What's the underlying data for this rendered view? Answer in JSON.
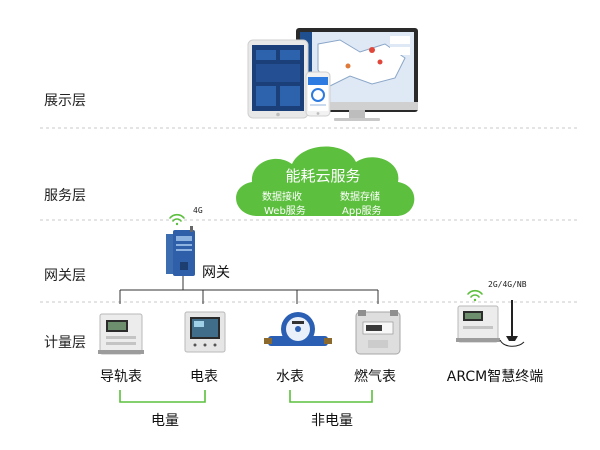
{
  "layers": {
    "display": "展示层",
    "service": "服务层",
    "gateway": "网关层",
    "metering": "计量层"
  },
  "cloud": {
    "title": "能耗云服务",
    "items": [
      "数据接收",
      "数据存储",
      "Web服务",
      "App服务"
    ],
    "color": "#5cbf3e"
  },
  "gateway": {
    "label": "网关",
    "network": "4G"
  },
  "devices": [
    "导轨表",
    "电表",
    "水表",
    "燃气表"
  ],
  "terminal": {
    "label": "ARCM智慧终端",
    "network": "2G/4G/NB"
  },
  "groups": {
    "electric": "电量",
    "non_electric": "非电量"
  },
  "colors": {
    "wifi": "#5cbf3e",
    "bracket": "#5cbf3e",
    "divider": "#c8c8c8",
    "line": "#333333"
  }
}
